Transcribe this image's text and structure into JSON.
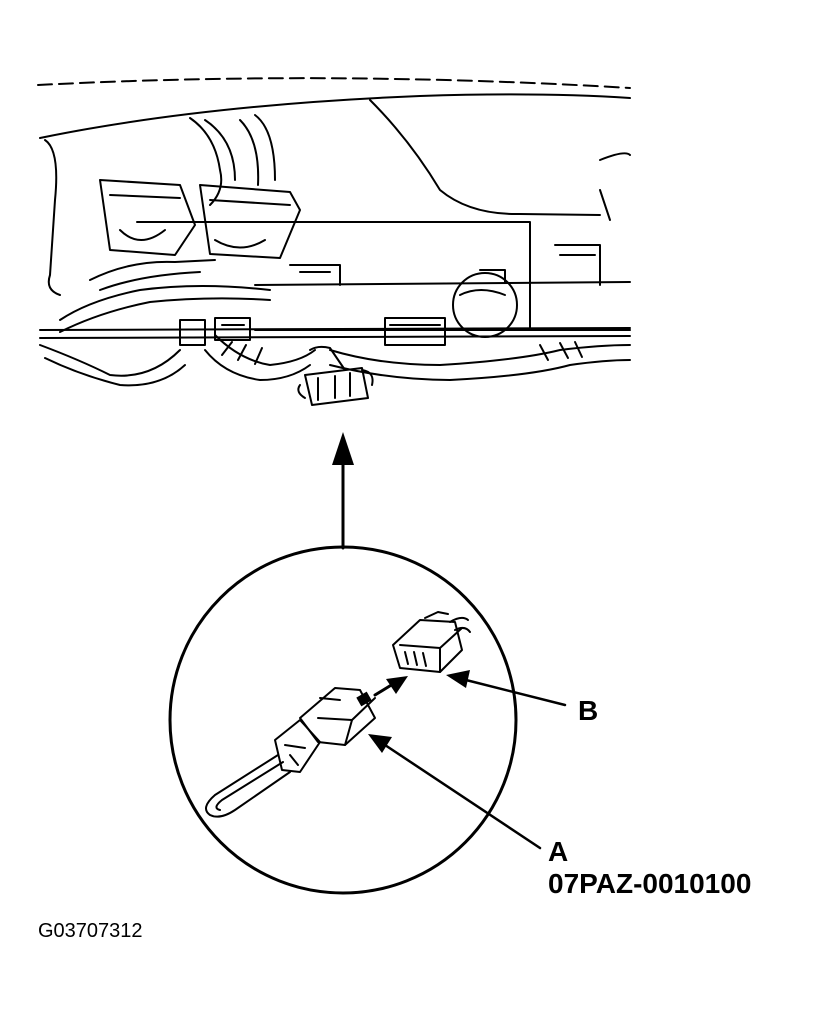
{
  "callouts": {
    "b_letter": "B",
    "a_letter": "A",
    "a_part_number": "07PAZ-0010100"
  },
  "figure_code": "G03707312",
  "colors": {
    "ink": "#000000",
    "paper": "#ffffff"
  }
}
